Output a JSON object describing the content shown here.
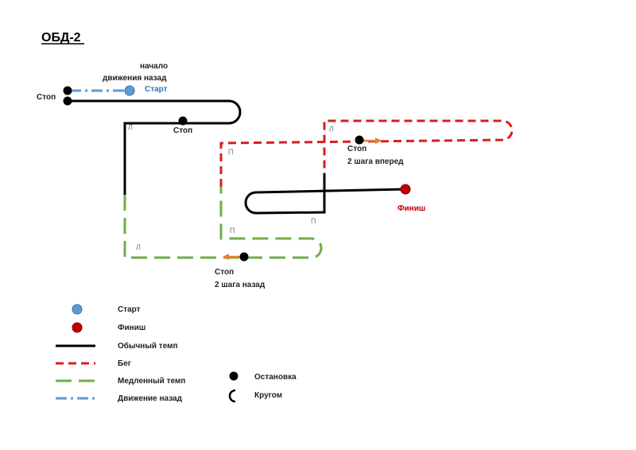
{
  "title": "ОБД-2",
  "colors": {
    "normal": "#000000",
    "run": "#d42020",
    "slow": "#70ad47",
    "back": "#5b9bd5",
    "start": "#5b9bd5",
    "finish": "#c00000",
    "arrow": "#ed7d31"
  },
  "labels": {
    "start_note_line1": "начало",
    "start_note_line2": "движения назад",
    "start": "Старт",
    "stop_top": "Стоп",
    "stop_mid": "Стоп",
    "stop_red": "Стоп",
    "forward_note": "2 шага вперед",
    "stop_bottom": "Стоп",
    "back_note": "2 шага назад",
    "finish": "Финиш"
  },
  "turn_labels": {
    "left_1": "Л",
    "left_2": "Л",
    "left_3": "Л",
    "right_1": "П",
    "right_2": "П",
    "right_3": "П"
  },
  "legend": {
    "start": "Старт",
    "finish": "Финиш",
    "normal": "Обычный темп",
    "run": "Бег",
    "slow": "Медленный темп",
    "back": "Движение назад",
    "stop": "Остановка",
    "turn": "Кругом"
  }
}
